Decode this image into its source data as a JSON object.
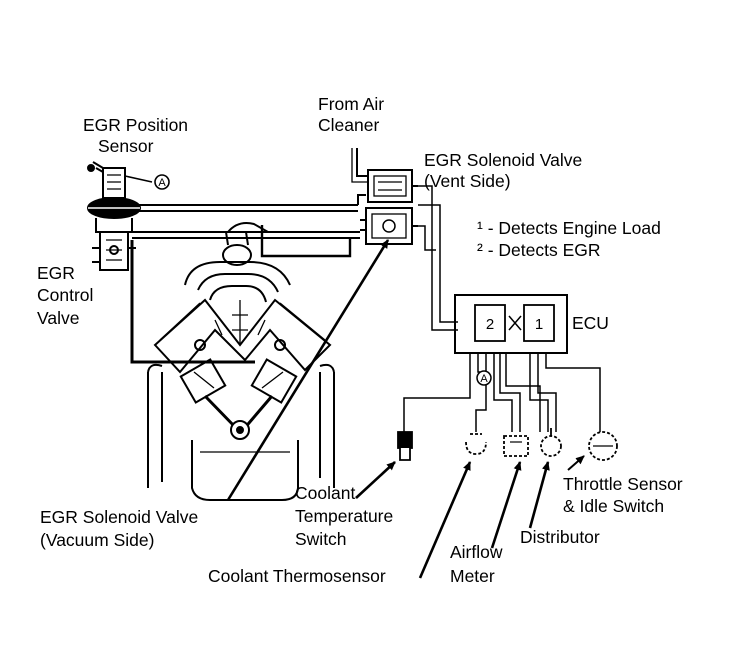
{
  "labels": {
    "egr_position_sensor": [
      "EGR Position",
      "Sensor"
    ],
    "from_air_cleaner": [
      "From Air",
      "Cleaner"
    ],
    "egr_solenoid_vent": [
      "EGR Solenoid Valve",
      "(Vent Side)"
    ],
    "legend_1": "¹ - Detects Engine Load",
    "legend_2": "² - Detects EGR",
    "egr_control_valve": [
      "EGR",
      "Control",
      "Valve"
    ],
    "ecu": "ECU",
    "ecu_box_1": "1",
    "ecu_box_2": "2",
    "marker": "A",
    "throttle_sensor": [
      "Throttle Sensor",
      "& Idle Switch"
    ],
    "distributor": "Distributor",
    "egr_solenoid_vacuum": [
      "EGR Solenoid Valve",
      "(Vacuum Side)"
    ],
    "coolant_temp_switch": [
      "Coolant",
      "Temperature",
      "Switch"
    ],
    "airflow_meter": [
      "Airflow",
      "Meter"
    ],
    "coolant_thermosensor": "Coolant Thermosensor"
  }
}
